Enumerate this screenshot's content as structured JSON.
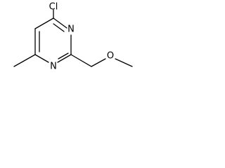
{
  "molecule": {
    "atoms": {
      "chlorine": "Cl",
      "nitrogen_top": "N",
      "nitrogen_bottom": "N",
      "oxygen": "O"
    }
  }
}
